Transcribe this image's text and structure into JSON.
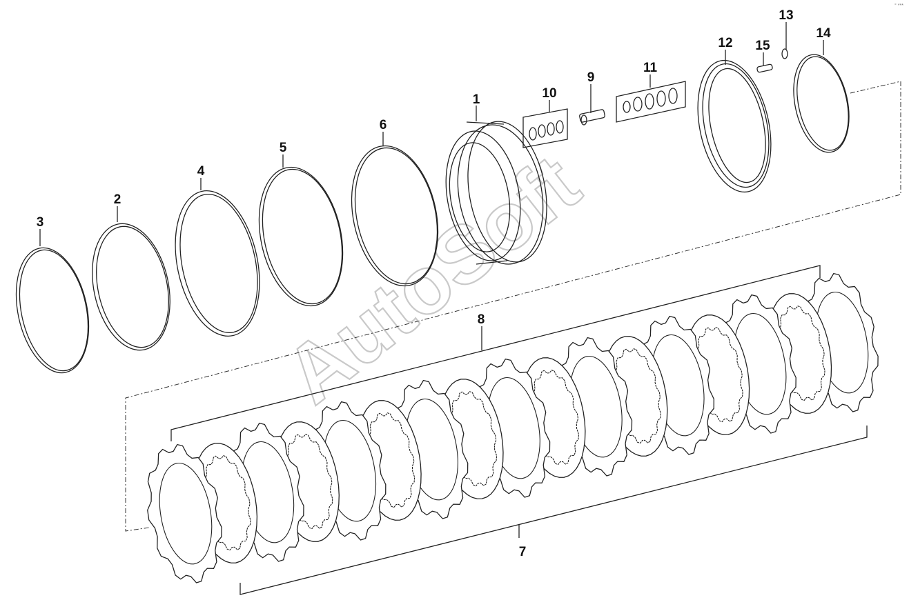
{
  "watermark": "AutoSoft",
  "corner_mark": "° ***",
  "callouts": [
    {
      "id": "c1",
      "text": "1"
    },
    {
      "id": "c2",
      "text": "2"
    },
    {
      "id": "c3",
      "text": "3"
    },
    {
      "id": "c4",
      "text": "4"
    },
    {
      "id": "c5",
      "text": "5"
    },
    {
      "id": "c6",
      "text": "6"
    },
    {
      "id": "c7",
      "text": "7"
    },
    {
      "id": "c8",
      "text": "8"
    },
    {
      "id": "c9",
      "text": "9"
    },
    {
      "id": "c10",
      "text": "10"
    },
    {
      "id": "c11",
      "text": "11"
    },
    {
      "id": "c12",
      "text": "12"
    },
    {
      "id": "c13",
      "text": "13"
    },
    {
      "id": "c14",
      "text": "14"
    },
    {
      "id": "c15",
      "text": "15"
    }
  ],
  "counts": {
    "steel_plates": 9,
    "friction_plates": 8
  },
  "colors": {
    "line": "#222222",
    "watermark": "#c9c9c9",
    "background": "#ffffff"
  }
}
